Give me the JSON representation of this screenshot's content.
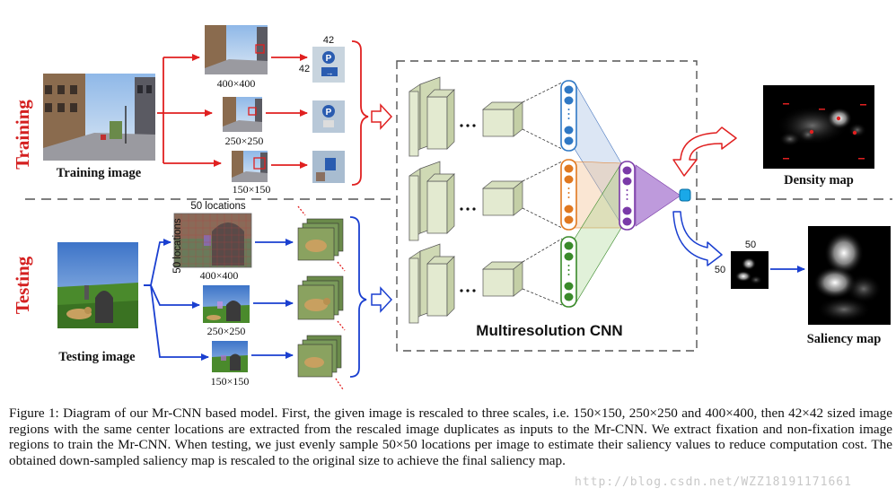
{
  "training": {
    "side_label": "Training",
    "image_label": "Training image",
    "scales": [
      "400×400",
      "250×250",
      "150×150"
    ],
    "patch_size_top": "42",
    "patch_size_left": "42"
  },
  "testing": {
    "side_label": "Testing",
    "image_label": "Testing image",
    "locations_top": "50 locations",
    "locations_side": "50 locations",
    "scales": [
      "400×400",
      "250×250",
      "150×150"
    ]
  },
  "cnn": {
    "label": "Multiresolution CNN"
  },
  "outputs": {
    "density_label": "Density map",
    "saliency_label": "Saliency map",
    "small_map_top": "50",
    "small_map_left": "50"
  },
  "caption": "Figure 1: Diagram of our Mr-CNN based model. First, the given image is rescaled to three scales, i.e. 150×150, 250×250 and 400×400, then 42×42 sized image regions with the same center locations are extracted from the rescaled image duplicates as inputs to the Mr-CNN. We extract fixation and non-fixation image regions to train the Mr-CNN. When testing, we just evenly sample 50×50 locations per image to estimate their saliency values to reduce computation cost. The obtained down-sampled saliency map is rescaled to the original size to achieve the final saliency map.",
  "watermark": "http://blog.csdn.net/WZZ18191171661",
  "colors": {
    "arrow_red": "#e02020",
    "arrow_blue": "#1a3fd0",
    "label_red": "#d42020",
    "col_blue": "#2f78c4",
    "col_orange": "#e07820",
    "col_green": "#3a8a2a",
    "col_purple": "#7a3aa8",
    "block_fill": "#e3ead0"
  }
}
